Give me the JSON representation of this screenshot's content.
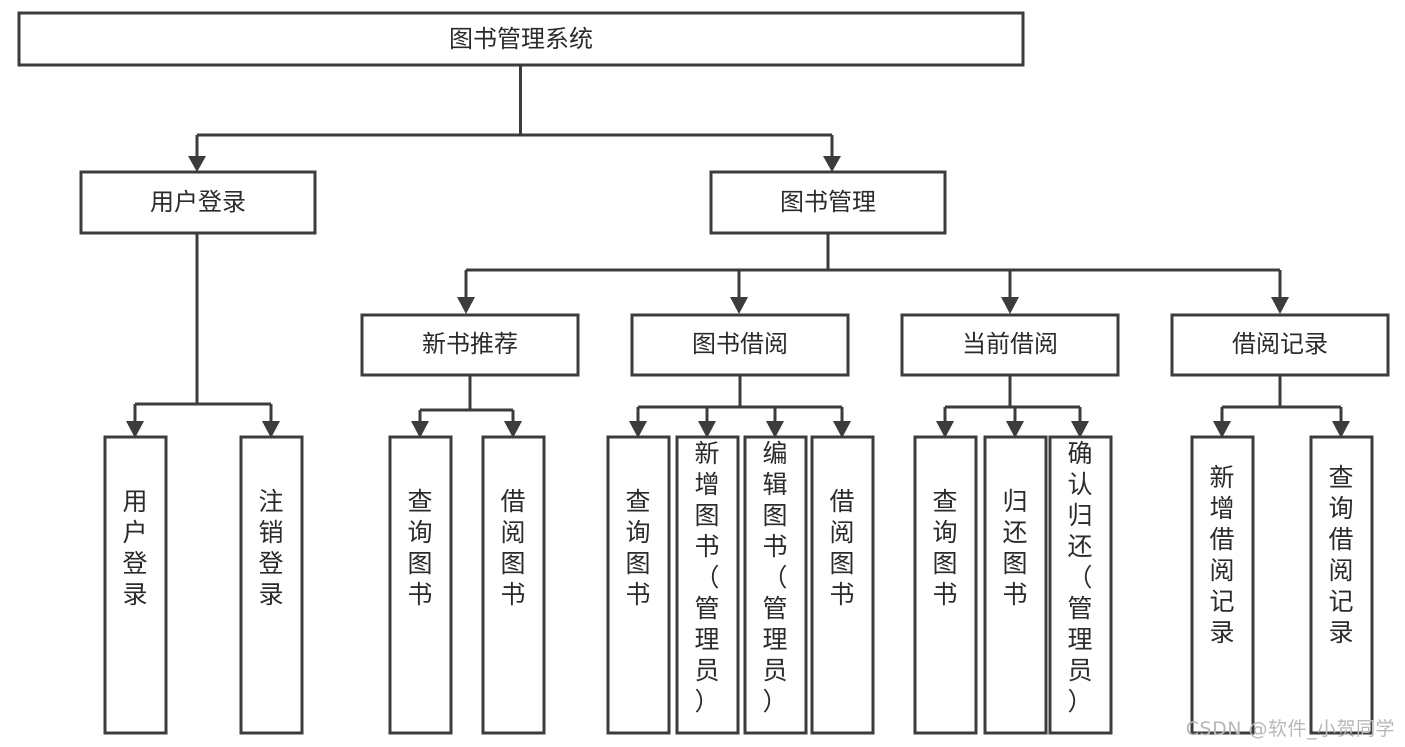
{
  "diagram": {
    "type": "tree",
    "title": "图书管理系统",
    "root": {
      "id": "root",
      "label": "图书管理系统"
    },
    "level2": [
      {
        "id": "user-login",
        "label": "用户登录"
      },
      {
        "id": "book-management",
        "label": "图书管理"
      }
    ],
    "level3": [
      {
        "id": "new-book-recommend",
        "label": "新书推荐",
        "parent": "book-management"
      },
      {
        "id": "book-borrow",
        "label": "图书借阅",
        "parent": "book-management"
      },
      {
        "id": "current-borrow",
        "label": "当前借阅",
        "parent": "book-management"
      },
      {
        "id": "borrow-record",
        "label": "借阅记录",
        "parent": "book-management"
      }
    ],
    "leaves": [
      {
        "id": "leaf-user-login",
        "label": "用户登录",
        "parent": "user-login"
      },
      {
        "id": "leaf-user-logout",
        "label": "注销登录",
        "parent": "user-login"
      },
      {
        "id": "leaf-query-book-1",
        "label": "查询图书",
        "parent": "new-book-recommend"
      },
      {
        "id": "leaf-borrow-book-1",
        "label": "借阅图书",
        "parent": "new-book-recommend"
      },
      {
        "id": "leaf-query-book-2",
        "label": "查询图书",
        "parent": "book-borrow"
      },
      {
        "id": "leaf-add-book",
        "label": "新增图书（管理员）",
        "parent": "book-borrow"
      },
      {
        "id": "leaf-edit-book",
        "label": "编辑图书（管理员）",
        "parent": "book-borrow"
      },
      {
        "id": "leaf-borrow-book-2",
        "label": "借阅图书",
        "parent": "book-borrow"
      },
      {
        "id": "leaf-query-book-3",
        "label": "查询图书",
        "parent": "current-borrow"
      },
      {
        "id": "leaf-return-book",
        "label": "归还图书",
        "parent": "current-borrow"
      },
      {
        "id": "leaf-confirm-return",
        "label": "确认归还（管理员）",
        "parent": "current-borrow"
      },
      {
        "id": "leaf-add-record",
        "label": "新增借阅记录",
        "parent": "borrow-record"
      },
      {
        "id": "leaf-query-record",
        "label": "查询借阅记录",
        "parent": "borrow-record"
      }
    ]
  },
  "watermark": {
    "text": "CSDN @软件_小贺同学"
  },
  "colors": {
    "stroke": "#3c3c3c",
    "text": "#2b2b2b",
    "background": "#ffffff",
    "watermark": "#b8b8b8"
  }
}
